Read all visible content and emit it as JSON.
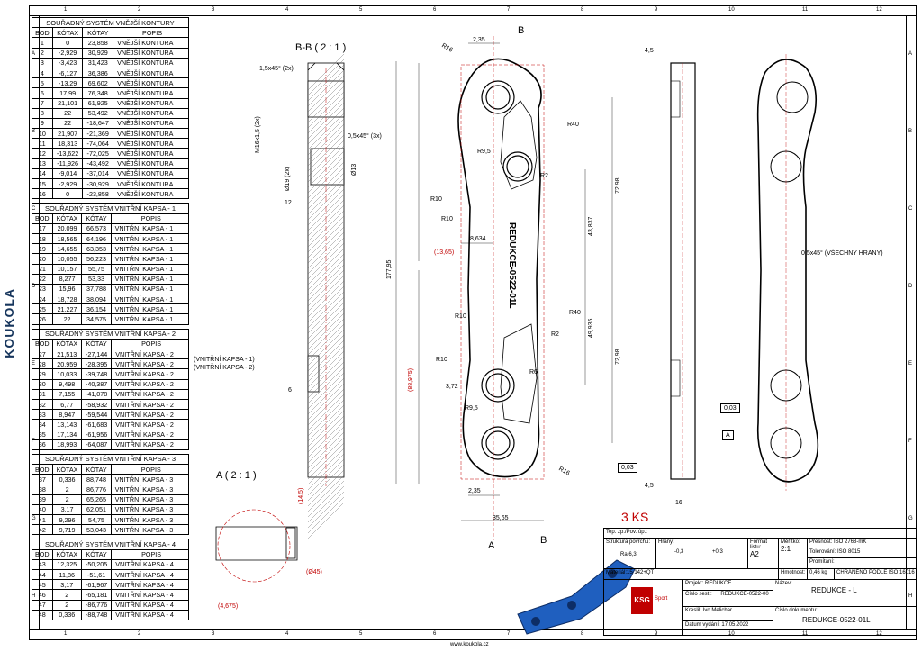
{
  "brand": "KOUKOLA",
  "zones": {
    "cols": [
      "1",
      "2",
      "3",
      "4",
      "5",
      "6",
      "7",
      "8",
      "9",
      "10",
      "11",
      "12"
    ],
    "rows": [
      "A",
      "B",
      "C",
      "D",
      "E",
      "F",
      "G",
      "H"
    ]
  },
  "tables": [
    {
      "title": "SOUŘADNÝ SYSTÉM VNĚJŠÍ KONTURY",
      "headers": [
        "BOD",
        "KÓTAX",
        "KÓTAY",
        "POPIS"
      ],
      "rows": [
        [
          "1",
          "0",
          "23,858",
          "VNĚJŠÍ KONTURA"
        ],
        [
          "2",
          "-2,929",
          "30,929",
          "VNĚJŠÍ KONTURA"
        ],
        [
          "3",
          "-3,423",
          "31,423",
          "VNĚJŠÍ KONTURA"
        ],
        [
          "4",
          "-6,127",
          "36,386",
          "VNĚJŠÍ KONTURA"
        ],
        [
          "5",
          "-13,29",
          "69,602",
          "VNĚJŠÍ KONTURA"
        ],
        [
          "6",
          "17,99",
          "76,348",
          "VNĚJŠÍ KONTURA"
        ],
        [
          "7",
          "21,101",
          "61,925",
          "VNĚJŠÍ KONTURA"
        ],
        [
          "8",
          "22",
          "53,492",
          "VNĚJŠÍ KONTURA"
        ],
        [
          "9",
          "22",
          "-18,647",
          "VNĚJŠÍ KONTURA"
        ],
        [
          "10",
          "21,907",
          "-21,369",
          "VNĚJŠÍ KONTURA"
        ],
        [
          "11",
          "18,313",
          "-74,064",
          "VNĚJŠÍ KONTURA"
        ],
        [
          "12",
          "-13,622",
          "-72,025",
          "VNĚJŠÍ KONTURA"
        ],
        [
          "13",
          "-11,926",
          "-43,492",
          "VNĚJŠÍ KONTURA"
        ],
        [
          "14",
          "-9,014",
          "-37,014",
          "VNĚJŠÍ KONTURA"
        ],
        [
          "15",
          "-2,929",
          "-30,929",
          "VNĚJŠÍ KONTURA"
        ],
        [
          "16",
          "0",
          "-23,858",
          "VNĚJŠÍ KONTURA"
        ]
      ]
    },
    {
      "title": "SOUŘADNÝ SYSTÉM VNITŘNÍ KAPSA - 1",
      "headers": [
        "BOD",
        "KÓTAX",
        "KÓTAY",
        "POPIS"
      ],
      "rows": [
        [
          "17",
          "20,099",
          "66,573",
          "VNITŘNÍ KAPSA - 1"
        ],
        [
          "18",
          "18,565",
          "64,196",
          "VNITŘNÍ KAPSA - 1"
        ],
        [
          "19",
          "14,655",
          "63,353",
          "VNITŘNÍ KAPSA - 1"
        ],
        [
          "20",
          "10,055",
          "56,223",
          "VNITŘNÍ KAPSA - 1"
        ],
        [
          "21",
          "10,157",
          "55,75",
          "VNITŘNÍ KAPSA - 1"
        ],
        [
          "22",
          "8,277",
          "53,33",
          "VNITŘNÍ KAPSA - 1"
        ],
        [
          "23",
          "15,96",
          "37,788",
          "VNITŘNÍ KAPSA - 1"
        ],
        [
          "24",
          "18,728",
          "38,094",
          "VNITŘNÍ KAPSA - 1"
        ],
        [
          "25",
          "21,227",
          "36,154",
          "VNITŘNÍ KAPSA - 1"
        ],
        [
          "26",
          "22",
          "34,575",
          "VNITŘNÍ KAPSA - 1"
        ]
      ]
    },
    {
      "title": "SOUŘADNÝ SYSTÉM VNITŘNÍ KAPSA - 2",
      "headers": [
        "BOD",
        "KÓTAX",
        "KÓTAY",
        "POPIS"
      ],
      "rows": [
        [
          "27",
          "21,513",
          "-27,144",
          "VNITŘNÍ KAPSA - 2"
        ],
        [
          "28",
          "20,959",
          "-28,395",
          "VNITŘNÍ KAPSA - 2"
        ],
        [
          "29",
          "10,033",
          "-39,748",
          "VNITŘNÍ KAPSA - 2"
        ],
        [
          "30",
          "9,498",
          "-40,387",
          "VNITŘNÍ KAPSA - 2"
        ],
        [
          "31",
          "7,155",
          "-41,078",
          "VNITŘNÍ KAPSA - 2"
        ],
        [
          "32",
          "6,77",
          "-58,932",
          "VNITŘNÍ KAPSA - 2"
        ],
        [
          "33",
          "8,947",
          "-59,544",
          "VNITŘNÍ KAPSA - 2"
        ],
        [
          "34",
          "13,143",
          "-61,683",
          "VNITŘNÍ KAPSA - 2"
        ],
        [
          "35",
          "17,134",
          "-61,956",
          "VNITŘNÍ KAPSA - 2"
        ],
        [
          "36",
          "18,993",
          "-64,087",
          "VNITŘNÍ KAPSA - 2"
        ]
      ]
    },
    {
      "title": "SOUŘADNÝ SYSTÉM VNITŘNÍ KAPSA - 3",
      "headers": [
        "BOD",
        "KÓTAX",
        "KÓTAY",
        "POPIS"
      ],
      "rows": [
        [
          "37",
          "0,336",
          "88,748",
          "VNITŘNÍ KAPSA - 3"
        ],
        [
          "38",
          "2",
          "86,776",
          "VNITŘNÍ KAPSA - 3"
        ],
        [
          "39",
          "2",
          "65,265",
          "VNITŘNÍ KAPSA - 3"
        ],
        [
          "40",
          "3,17",
          "62,051",
          "VNITŘNÍ KAPSA - 3"
        ],
        [
          "41",
          "9,296",
          "54,75",
          "VNITŘNÍ KAPSA - 3"
        ],
        [
          "42",
          "9,719",
          "53,043",
          "VNITŘNÍ KAPSA - 3"
        ]
      ]
    },
    {
      "title": "SOUŘADNÝ SYSTÉM VNITŘNÍ KAPSA - 4",
      "headers": [
        "BOD",
        "KÓTAX",
        "KÓTAY",
        "POPIS"
      ],
      "rows": [
        [
          "43",
          "12,325",
          "-50,205",
          "VNITŘNÍ KAPSA - 4"
        ],
        [
          "44",
          "11,86",
          "-51,61",
          "VNITŘNÍ KAPSA - 4"
        ],
        [
          "45",
          "3,17",
          "-61,967",
          "VNITŘNÍ KAPSA - 4"
        ],
        [
          "46",
          "2",
          "-65,181",
          "VNITŘNÍ KAPSA - 4"
        ],
        [
          "47",
          "2",
          "-86,776",
          "VNITŘNÍ KAPSA - 4"
        ],
        [
          "48",
          "0,336",
          "-88,748",
          "VNITŘNÍ KAPSA - 4"
        ]
      ]
    }
  ],
  "views": {
    "section_bb": "B-B ( 2 : 1 )",
    "section_a": "A ( 2 : 1 )",
    "bb_notes": {
      "chamfer_top": "1,5x45° (2x)",
      "chamfer_right": "0,5x45° (3x)",
      "thread": "M16x1,5 (2x)",
      "dia19": "Ø19 (2x)",
      "dia13": "Ø13",
      "depth12": "12",
      "depth6": "6",
      "pockets": "(VNITŘNÍ KAPSA - 1)\n(VNITŘNÍ KAPSA - 2)"
    },
    "a_dims": {
      "d1": "(14,5)",
      "d2": "(Ø45)",
      "d3": "(4,675)"
    },
    "main_dims": {
      "w_top": "2,35",
      "w_bot": "2,35",
      "width": "35,65",
      "h_total": "177,95",
      "h_half1": "72,98",
      "h_half2": "72,98",
      "h_a": "43,837",
      "h_b": "49,935",
      "x1": "8,634",
      "x1_ref": "(13,65)",
      "h_ref": "(88,975)",
      "d372": "3,72",
      "R16": "R16",
      "R40": "R40",
      "R10": "R10",
      "R2": "R2",
      "R6": "R6",
      "R9_5": "R9,5",
      "part_label": "REDUKCE-0522-01L",
      "section_mark": "B",
      "arrow_a": "A"
    },
    "side_dims": {
      "t45": "4,5",
      "t16": "16",
      "flat": "0,03",
      "flat_ref": "A",
      "para": "0,03",
      "para_ref": "A"
    },
    "right_note": "0,5x45° (VŠECHNY HRANY)"
  },
  "quantity": "3 KS",
  "title_block": {
    "tep": "Tep. zp./Pov. úp.:",
    "surface_label": "Struktura povrchu:",
    "surface_val": "Ra 6,3",
    "edges_label": "Hrany:",
    "edge1": "-0,3",
    "edge2": "+0,3",
    "format_label": "Formát listu:",
    "format_val": "A2",
    "scale_label": "Měřítko:",
    "scale_val": "2:1",
    "precision_label": "Přesnost: ISO 2768-mK",
    "tolerance_label": "Tolerování: ISO 8015",
    "projection_label": "Promítání:",
    "material": "Materiál:15 142+QT",
    "weight_label": "Hmotnost:",
    "weight_val": "0,46 kg",
    "protection": "CHRÁNĚNO PODLE ISO 16016",
    "project_label": "Projekt: REDUKCE",
    "name_label": "Název:",
    "name_val": "REDUKCE - L",
    "sest_label": "Číslo sest.:",
    "sest_val": "REDUKCE-0522-00",
    "drew": "Kreslil: Ivo Melichar",
    "doc_label": "Číslo dokumentu:",
    "doc_val": "REDUKCE-0522-01L",
    "date": "Datum vydání: 17.05.2022",
    "logo": "KSG",
    "logo_sub": "Sport"
  },
  "footer_url": "www.koukola.cz",
  "colors": {
    "red": "#c00000",
    "blue": "#1f5fbf",
    "brand": "#17365d"
  }
}
